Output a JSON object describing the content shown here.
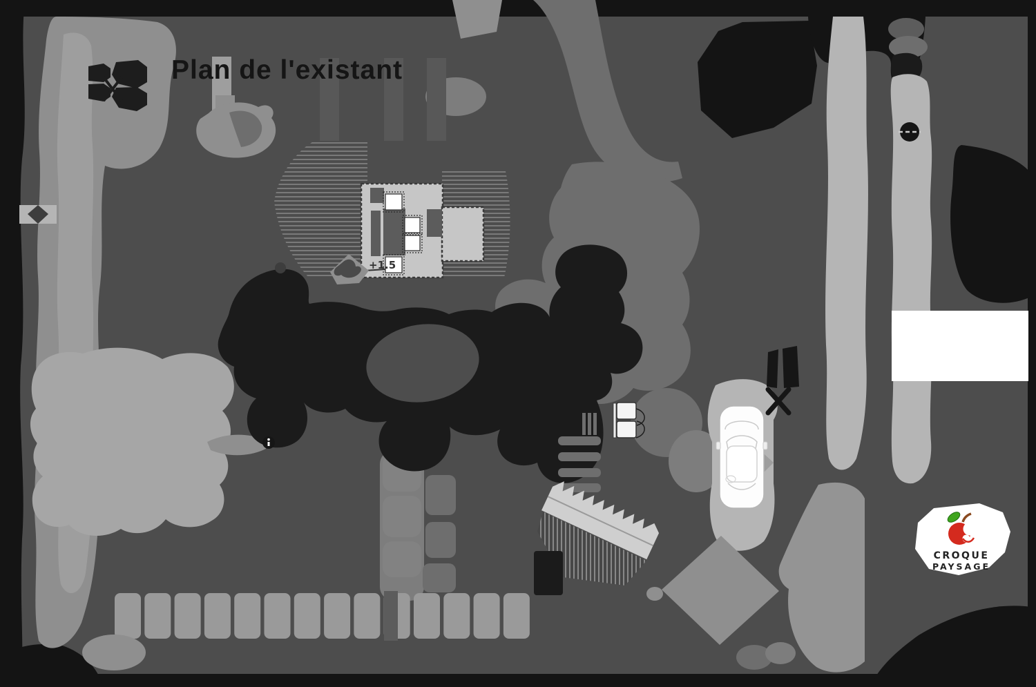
{
  "title": "Plan de l'existant",
  "annotations": {
    "house_level": "+1.5"
  },
  "logo": {
    "line1": "CROQUE",
    "line2": "PAYSAGE",
    "apple_red": "#d42a1e",
    "leaf_green": "#3fa51e"
  },
  "legend_box": {
    "content": ""
  },
  "fence_row": {
    "board_count": 14
  },
  "colors": {
    "page_border": "#141414",
    "ground": "#4d4d4d",
    "mid_gray": "#6e6e6e",
    "path_gray": "#7d7d7d",
    "hedge_gray": "#8f8f8f",
    "lawn_gray": "#a6a6a6",
    "light_gray": "#b5b5b5",
    "roof_gray": "#c6c6c6",
    "stairs_gray": "#cfcfcf",
    "pond_black": "#1b1b1b",
    "white": "#ffffff"
  },
  "icons": {
    "compost_bins": "four-hexagons-x",
    "tree_trunk_marker": "filled-circle-dash",
    "info_marker": "i-in-circle",
    "gate_cross": "x-cross-posts",
    "double_door": "two-panels-swing-arcs",
    "car": "car-top-view",
    "entry_marker": "diamond-in-rect",
    "logo_apple": "bitten-apple"
  }
}
